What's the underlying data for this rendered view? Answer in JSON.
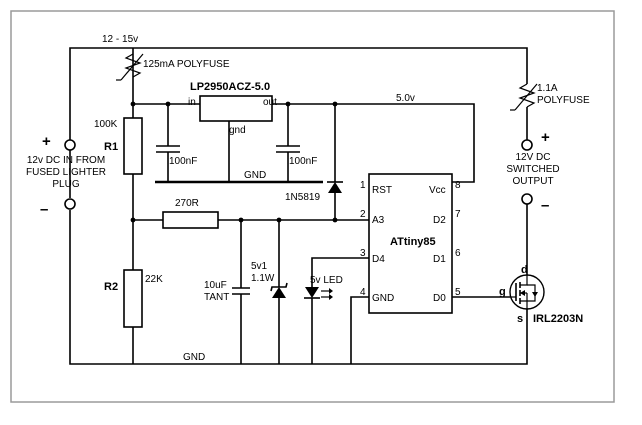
{
  "supply_voltage": "12 - 15v",
  "polyfuse_in": "125mA POLYFUSE",
  "regulator": {
    "part": "LP2950ACZ-5.0",
    "in": "in",
    "out": "out",
    "gnd": "gnd"
  },
  "rail_5v": "5.0v",
  "polyfuse_out": {
    "rating": "1.1A",
    "type": "POLYFUSE"
  },
  "input_terminal": {
    "plus": "+",
    "minus": "–",
    "desc": [
      "12v DC IN FROM",
      "FUSED LIGHTER",
      "PLUG"
    ]
  },
  "output_terminal": {
    "plus": "+",
    "minus": "–",
    "desc": [
      "12V DC",
      "SWITCHED",
      "OUTPUT"
    ]
  },
  "r1": {
    "name": "R1",
    "value": "100K"
  },
  "r2": {
    "name": "R2",
    "value": "22K"
  },
  "r_series": "270R",
  "cap_in": "100nF",
  "cap_out": "100nF",
  "gnd_reg": "GND",
  "gnd_bottom": "GND",
  "diode": "1N5819",
  "tant": {
    "value": "10uF",
    "type": "TANT"
  },
  "zener": {
    "value": "5v1",
    "power": "1.1W"
  },
  "led": "5v LED",
  "mcu": {
    "name": "ATtiny85",
    "pins_left": [
      {
        "num": "1",
        "label": "RST"
      },
      {
        "num": "2",
        "label": "A3"
      },
      {
        "num": "3",
        "label": "D4"
      },
      {
        "num": "4",
        "label": "GND"
      }
    ],
    "pins_right": [
      {
        "num": "8",
        "label": "Vcc"
      },
      {
        "num": "7",
        "label": "D2"
      },
      {
        "num": "6",
        "label": "D1"
      },
      {
        "num": "5",
        "label": "D0"
      }
    ]
  },
  "mosfet": {
    "part": "IRL2203N",
    "g": "g",
    "d": "d",
    "s": "s"
  }
}
